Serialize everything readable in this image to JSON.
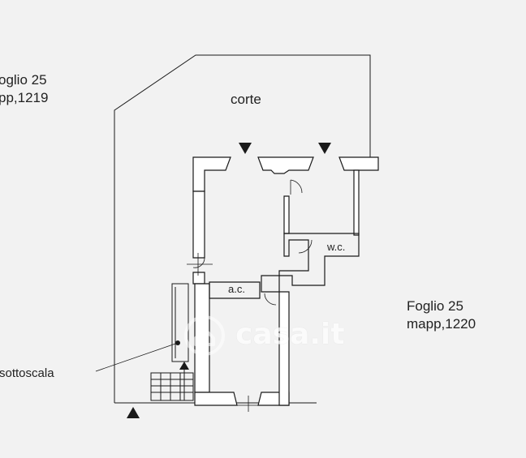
{
  "labels": {
    "corte": "corte",
    "foglio_left_line1": "oglio 25",
    "foglio_left_line2": "pp,1219",
    "foglio_right_line1": "Foglio 25",
    "foglio_right_line2": "mapp,1220",
    "sottoscala": "sottoscala",
    "wc": "w.c.",
    "ac": "a.c."
  },
  "watermark": {
    "text": "casa.it",
    "icon": "house-logo-icon"
  },
  "colors": {
    "background": "#f2f2f2",
    "line": "#1a1a1a",
    "wall_fill": "#ffffff"
  }
}
